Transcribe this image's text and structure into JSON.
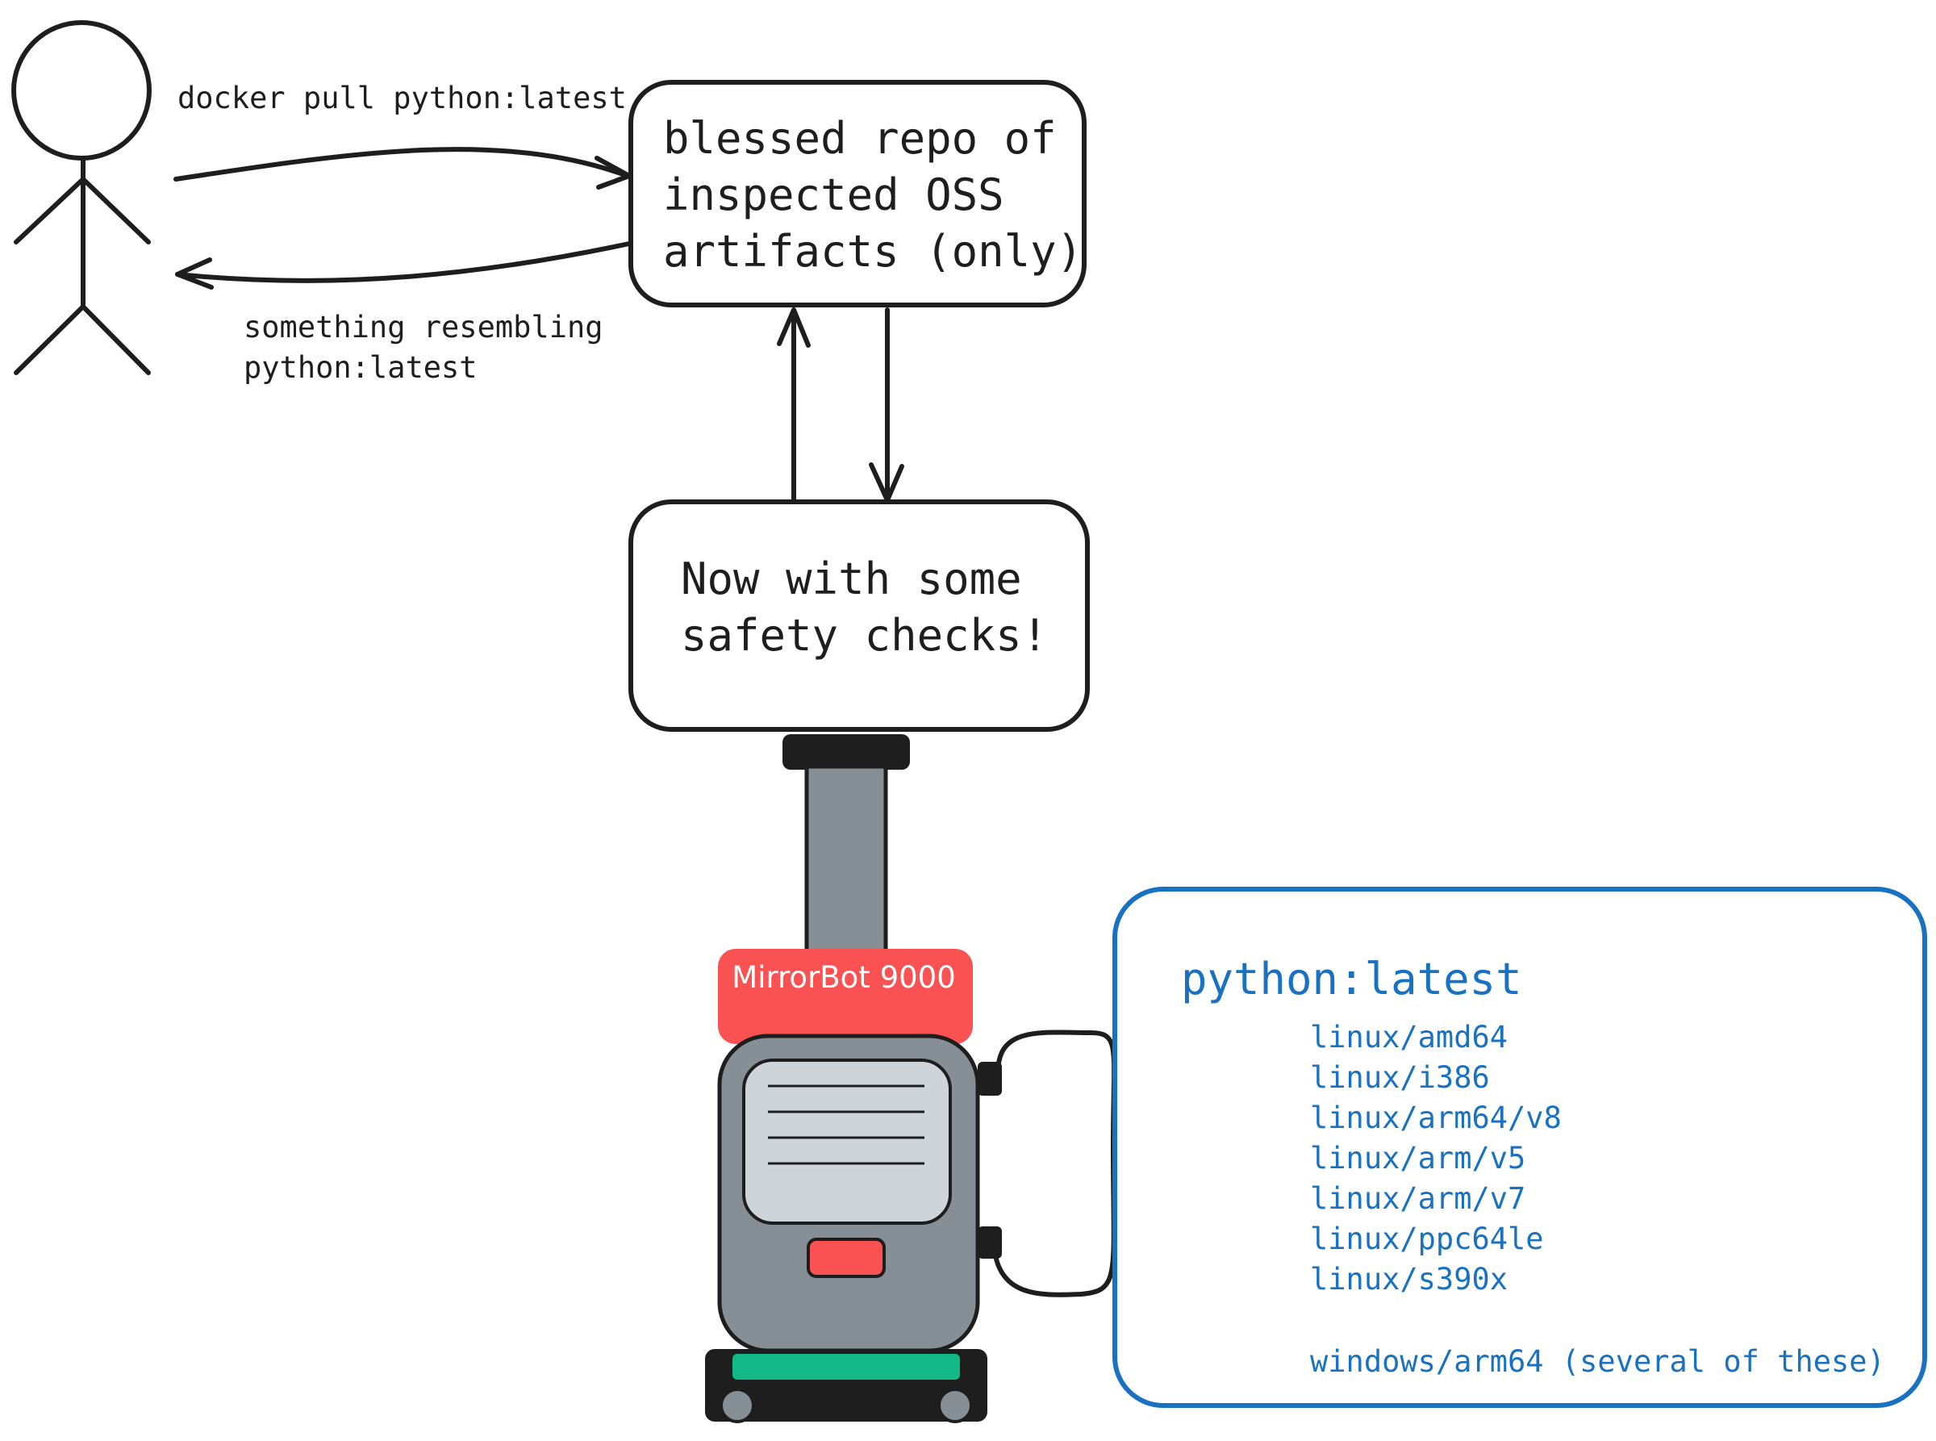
{
  "user": {
    "request_label": "docker pull python:latest",
    "response_label_lines": [
      "something resembling",
      "python:latest"
    ]
  },
  "repo_box": {
    "lines": [
      "blessed repo of",
      "inspected OSS",
      "artifacts (only)"
    ]
  },
  "safety_box": {
    "lines": [
      "Now with some",
      "safety checks!"
    ]
  },
  "robot": {
    "name": "MirrorBot 9000"
  },
  "python_box": {
    "title": "python:latest",
    "platforms": [
      "linux/amd64",
      "linux/i386",
      "linux/arm64/v8",
      "linux/arm/v5",
      "linux/arm/v7",
      "linux/ppc64le",
      "linux/s390x"
    ],
    "extra": "windows/arm64 (several of these)"
  },
  "colors": {
    "stroke": "#1e1e1e",
    "blue": "#1971c2",
    "robot_red": "#fa5252",
    "robot_gray": "#868e96",
    "robot_screen": "#ced4da",
    "robot_green": "#12b886"
  }
}
